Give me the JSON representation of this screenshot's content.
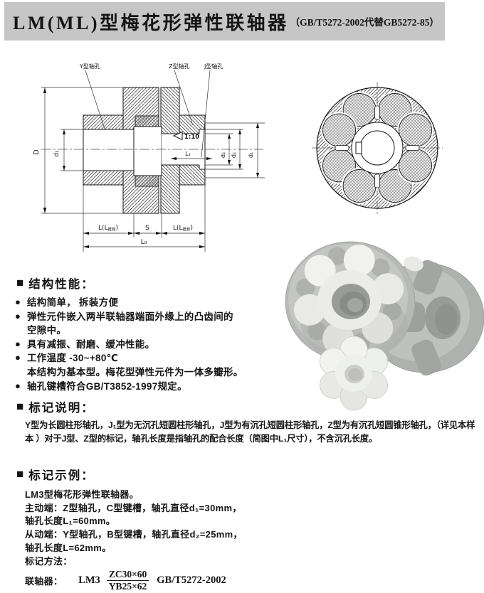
{
  "glyphs": {
    "square": "■",
    "bullet": "●"
  },
  "title": {
    "main": "LM(ML)型梅花形弹性联轴器",
    "paren": "（GB/T5272-2002代替GB5272-85）"
  },
  "diagram": {
    "label_y_hole": "Y型轴孔",
    "label_z_hole": "Z型轴孔",
    "label_j_hole": "J型轴孔",
    "taper": "1:10",
    "dim_D": "D",
    "dim_d1": "d₁",
    "dim_d2": "d₂",
    "dim_dz": "d₂",
    "dim_d1r": "d₁",
    "dim_L1": "L₁",
    "dim_L_pre": "L(L",
    "dim_L_sub": "推荐",
    "dim_L_suf": ")",
    "dim_S": "S",
    "dim_L0": "L₀"
  },
  "structure": {
    "heading": "结构性能：",
    "items": [
      {
        "text": "结构简单， 拆装方便"
      },
      {
        "text": "弹性元件嵌入两半联轴器端面外缘上的凸齿间的"
      },
      {
        "text": "空隙中。"
      },
      {
        "text": "具有减振、耐磨、缓冲性能。"
      },
      {
        "text": "工作温度 -30~+80℃"
      },
      {
        "text": "本结构为基本型。梅花型弹性元件为一体多瓣形。"
      },
      {
        "text": "轴孔键槽符合GB/T3852-1997规定。"
      }
    ]
  },
  "marking": {
    "heading": "标记说明：",
    "lines": [
      "Y型为长圆柱形轴孔，J₁型为无沉孔短圆柱形轴孔，J型为有沉孔短圆柱形轴孔，Z型为有沉孔短圆锥形轴孔，（详见本样",
      "本 ）对于J型、Z型的标记，轴孔长度是指轴孔的配合长度（简图中L₁尺寸），不含沉孔长度。"
    ]
  },
  "example": {
    "heading": "标记示例：",
    "lines": [
      "LM3型梅花形弹性联轴器。",
      "主动端：Z型轴孔，C型键槽，轴孔直径d₁=30mm，",
      "轴孔长度L₁=60mm。",
      "从动端：Y型轴孔，B型键槽，轴孔直径d₂=25mm，",
      "轴孔长度L=62mm。",
      "标记方法："
    ],
    "formula": {
      "label": "联轴器：",
      "model": "LM3",
      "num": "ZC30×60",
      "den": "YB25×62",
      "std": "GB/T5272-2002"
    }
  }
}
